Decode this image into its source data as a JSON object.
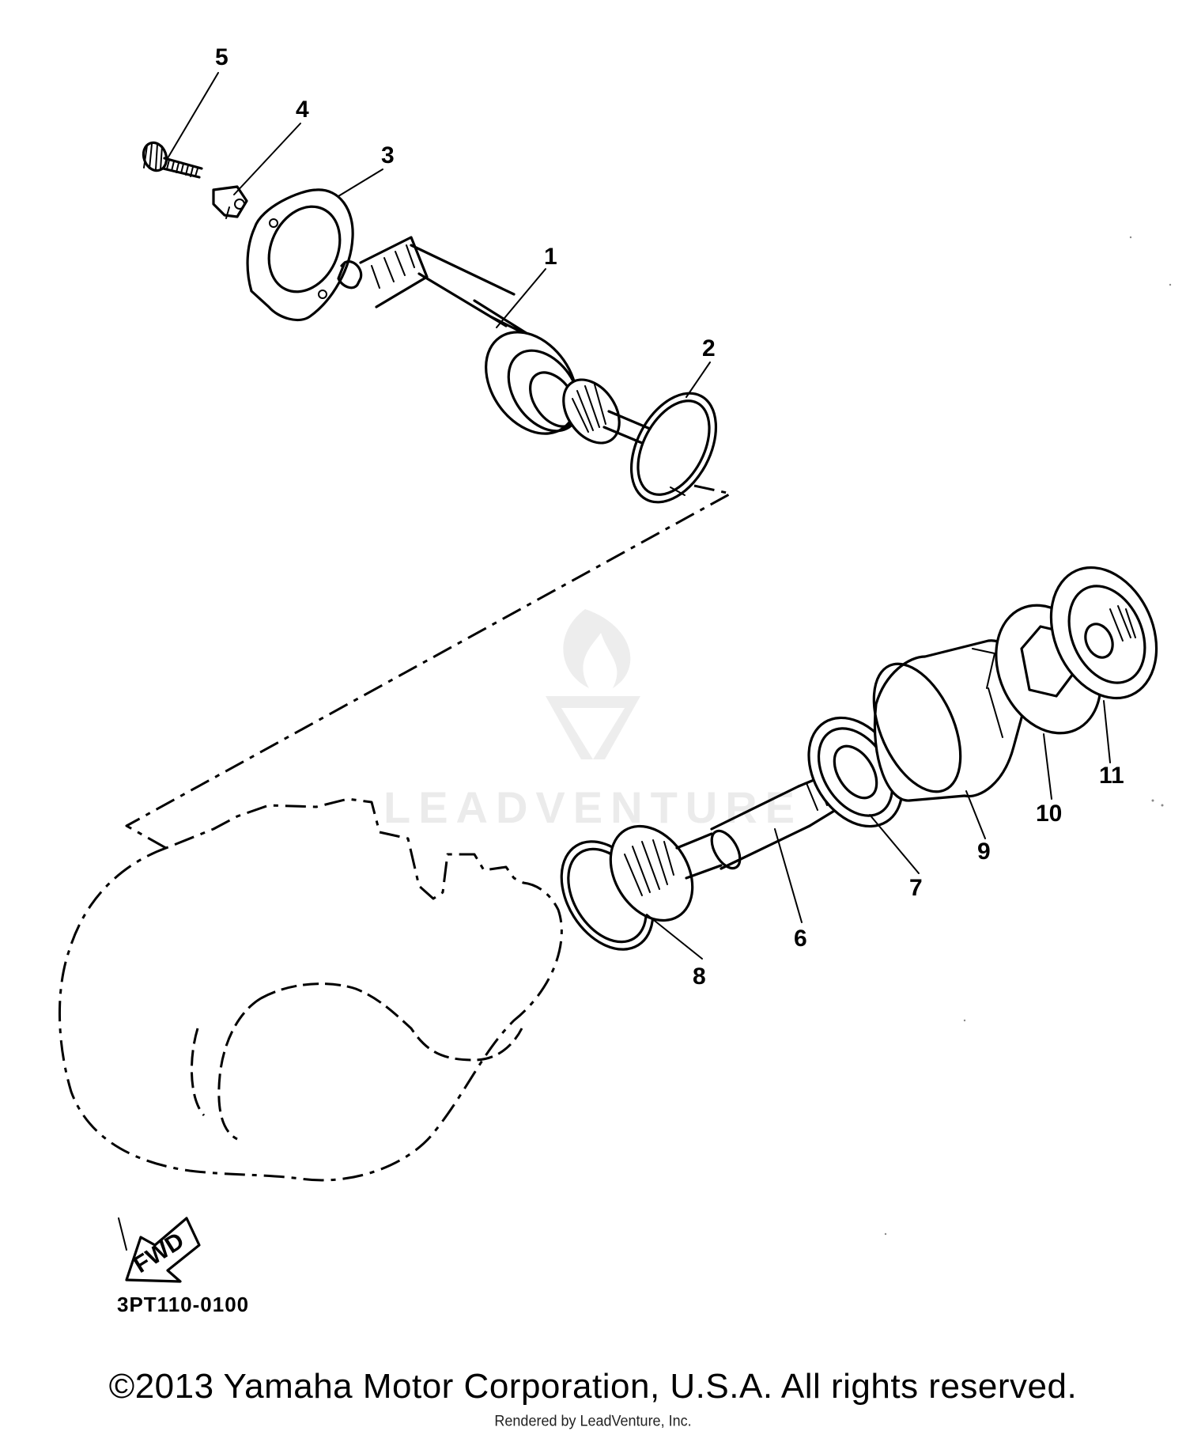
{
  "diagram": {
    "callouts": [
      {
        "id": "1",
        "label": "1"
      },
      {
        "id": "2",
        "label": "2"
      },
      {
        "id": "3",
        "label": "3"
      },
      {
        "id": "4",
        "label": "4"
      },
      {
        "id": "5",
        "label": "5"
      },
      {
        "id": "6",
        "label": "6"
      },
      {
        "id": "7",
        "label": "7"
      },
      {
        "id": "8",
        "label": "8"
      },
      {
        "id": "9",
        "label": "9"
      },
      {
        "id": "10",
        "label": "10"
      },
      {
        "id": "11",
        "label": "11"
      }
    ],
    "fwd_label": "FWD",
    "part_code": "3PT110-0100"
  },
  "watermark": {
    "text": "LEADVENTURE",
    "color": "#e9e9e9"
  },
  "footer": {
    "copyright": "©2013 Yamaha Motor Corporation, U.S.A. All rights reserved.",
    "rendered_by": "Rendered by LeadVenture, Inc."
  }
}
